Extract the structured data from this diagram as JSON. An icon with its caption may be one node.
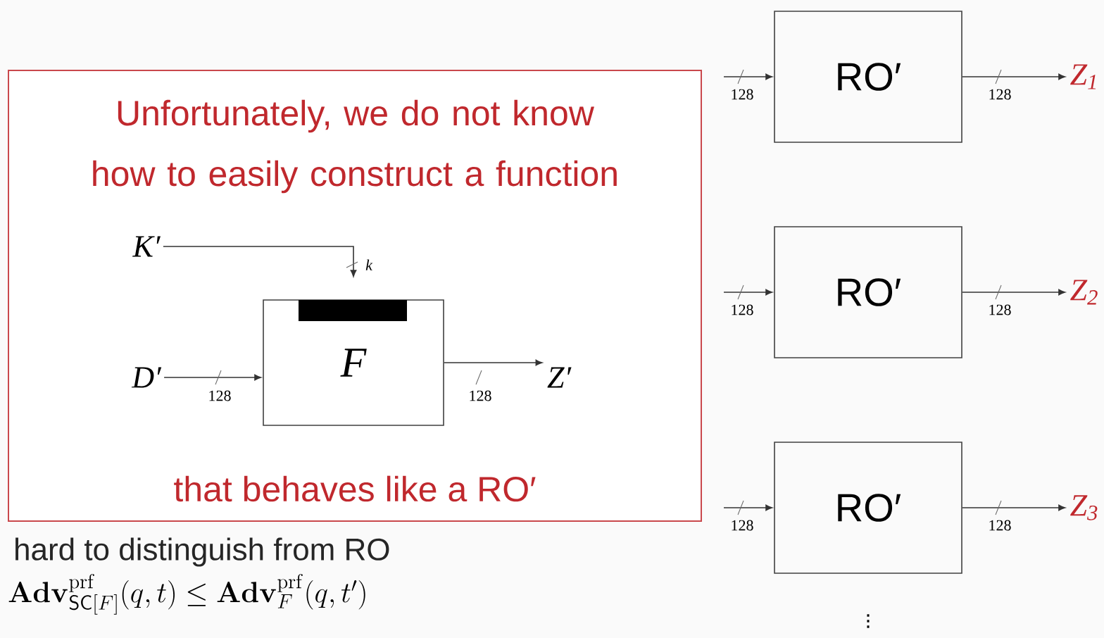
{
  "diagram": {
    "nodes": [
      {
        "text": [
          "Unfortunately, we do not know how to easily construct a function",
          "that behaves like a RO′"
        ]
      },
      {
        "text": [
          "K′"
        ],
        "in": 0
      },
      {
        "text": [
          "D′"
        ],
        "in": 0
      },
      {
        "text": [
          "F"
        ],
        "in": 0
      },
      {
        "text": [
          "Z′"
        ],
        "in": 0
      },
      {
        "text": [
          "RO′"
        ]
      },
      {
        "text": [
          "Z$_{1}$"
        ]
      },
      {
        "text": [
          "RO′"
        ]
      },
      {
        "text": [
          "Z$_{2}$"
        ]
      },
      {
        "text": [
          "RO′"
        ]
      },
      {
        "text": [
          "Z$_{3}$"
        ]
      }
    ],
    "edges": [
      {
        "from": 1,
        "to": 3,
        "arrow": "to",
        "label": "k"
      },
      {
        "from": 2,
        "to": 3,
        "arrow": "to",
        "label": "128"
      },
      {
        "from": 3,
        "to": 4,
        "arrow": "to",
        "label": "128"
      },
      {
        "from": null,
        "to": 5,
        "arrow": "to",
        "label": "128"
      },
      {
        "from": 5,
        "to": 6,
        "arrow": "to",
        "label": "128"
      },
      {
        "from": null,
        "to": 7,
        "arrow": "to",
        "label": "128"
      },
      {
        "from": 7,
        "to": 8,
        "arrow": "to",
        "label": "128"
      },
      {
        "from": null,
        "to": 9,
        "arrow": "to",
        "label": "128"
      },
      {
        "from": 9,
        "to": 10,
        "arrow": "to",
        "label": "128"
      }
    ],
    "labels": [
      "hard to distinguish from RO",
      "\\mathbf{Adv}^{\\mathrm{prf}}_{\\mathsf{SC}[F]}(q,t) \\leq \\mathbf{Adv}^{\\mathrm{prf}}_{F}(q,t')",
      "\\vdots"
    ]
  }
}
